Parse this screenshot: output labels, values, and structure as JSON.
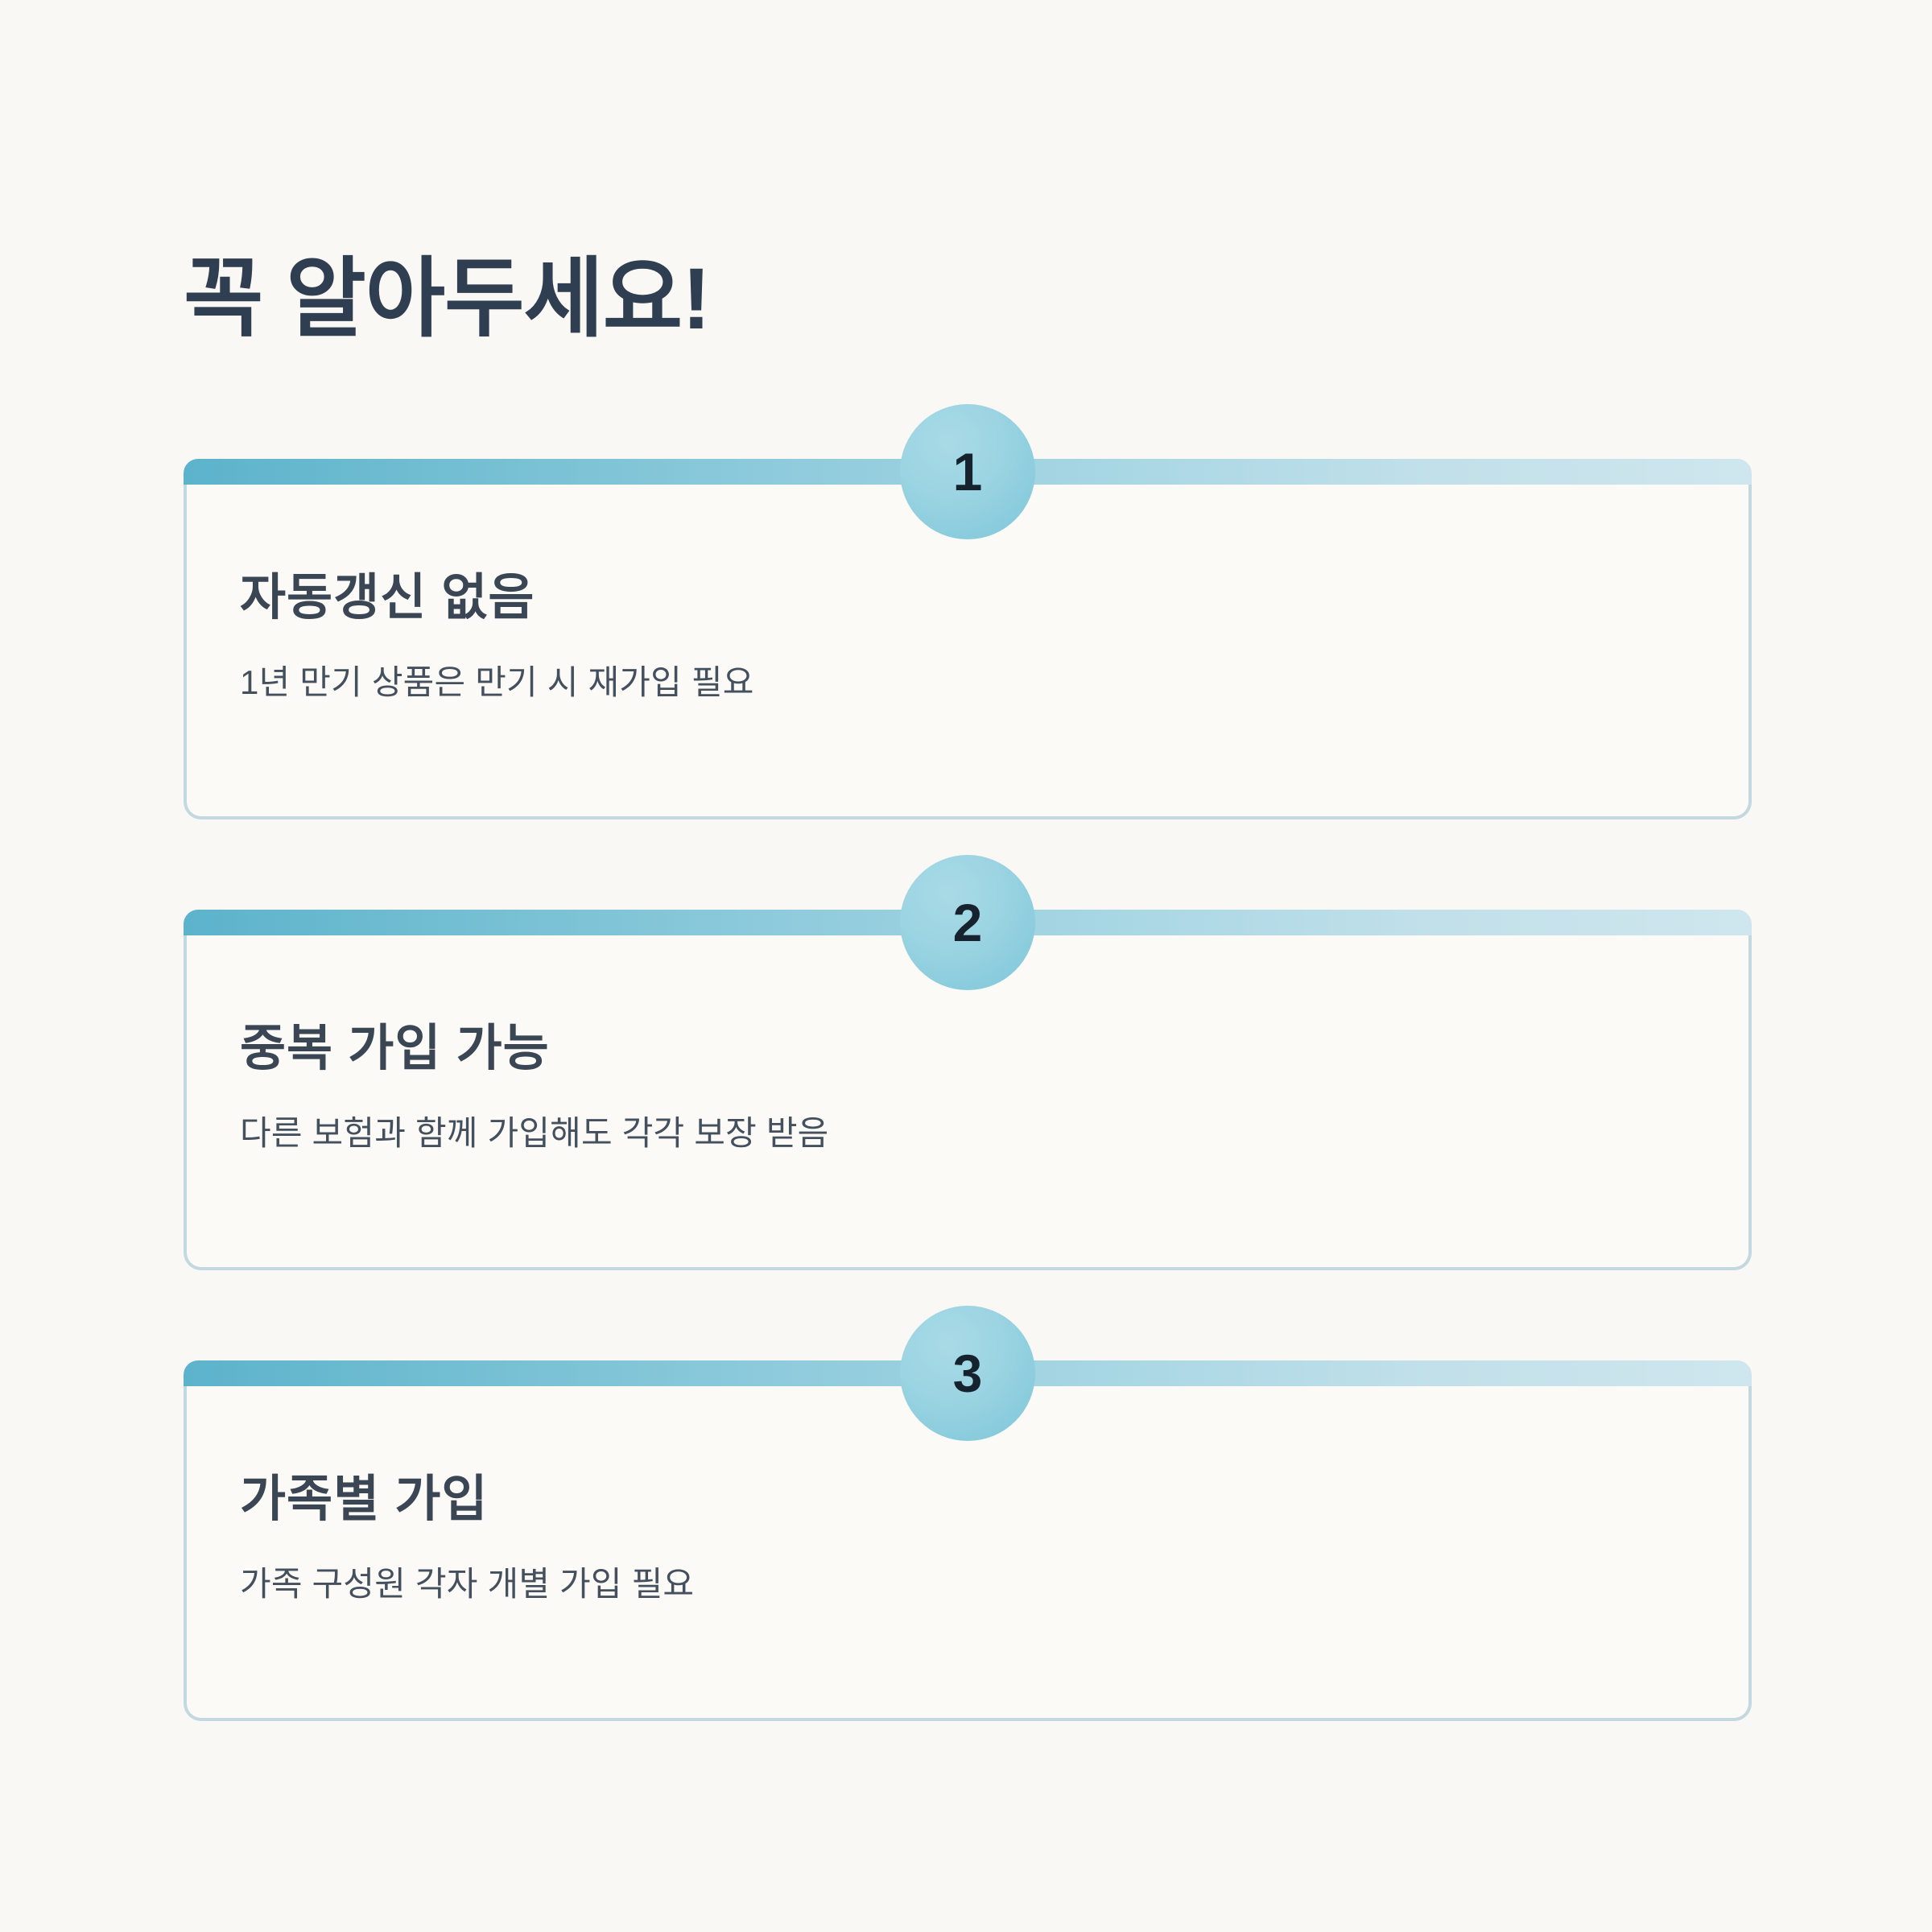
{
  "page": {
    "title": "꼭 알아두세요!",
    "background_color": "#faf8f4",
    "title_color": "#2f3e50"
  },
  "theme": {
    "bar_gradient_start": "#5cb3cb",
    "bar_gradient_end": "#cfe6ee",
    "badge_color": "#9bd4e2",
    "badge_number_color": "#16222e",
    "card_border_color": "#c3d8e0",
    "card_background": "#fbfaf6",
    "heading_color": "#3a4654",
    "desc_color": "#44505e"
  },
  "cards": [
    {
      "number": "1",
      "heading": "자동갱신 없음",
      "description": "1년 만기 상품은 만기 시 재가입 필요"
    },
    {
      "number": "2",
      "heading": "중복 가입 가능",
      "description": "다른 보험과 함께 가입해도 각각 보장 받음"
    },
    {
      "number": "3",
      "heading": "가족별 가입",
      "description": "가족 구성원 각자 개별 가입 필요"
    }
  ]
}
